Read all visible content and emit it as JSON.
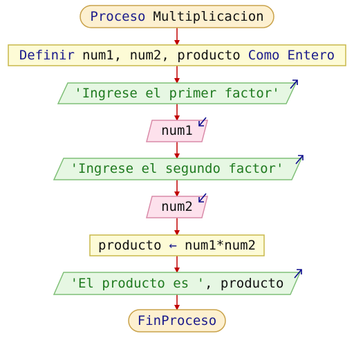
{
  "flowchart": {
    "start": {
      "keyword": "Proceso",
      "name": "Multiplicacion"
    },
    "define": {
      "keyword": "Definir",
      "vars": "num1, num2, producto",
      "as_keyword": "Como",
      "type": "Entero"
    },
    "output1": {
      "text": "'Ingrese el primer factor'"
    },
    "input1": {
      "var": "num1"
    },
    "output2": {
      "text": "'Ingrese el segundo factor'"
    },
    "input2": {
      "var": "num2"
    },
    "assign": {
      "target": "producto",
      "arrow": "←",
      "expr": "num1*num2"
    },
    "output3": {
      "string": "'El producto es '",
      "sep": ", ",
      "var": "producto"
    },
    "end": {
      "keyword": "FinProceso"
    },
    "colors": {
      "terminal_fill": "#fdf0d0",
      "terminal_stroke": "#c9a24a",
      "process_fill": "#fdfbd6",
      "process_stroke": "#c8b84a",
      "output_fill": "#e6f7e3",
      "output_stroke": "#7fbf77",
      "input_fill": "#fde1ec",
      "input_stroke": "#d98aa8",
      "connector": "#c00000",
      "io_arrow": "#0a0a8c"
    }
  }
}
